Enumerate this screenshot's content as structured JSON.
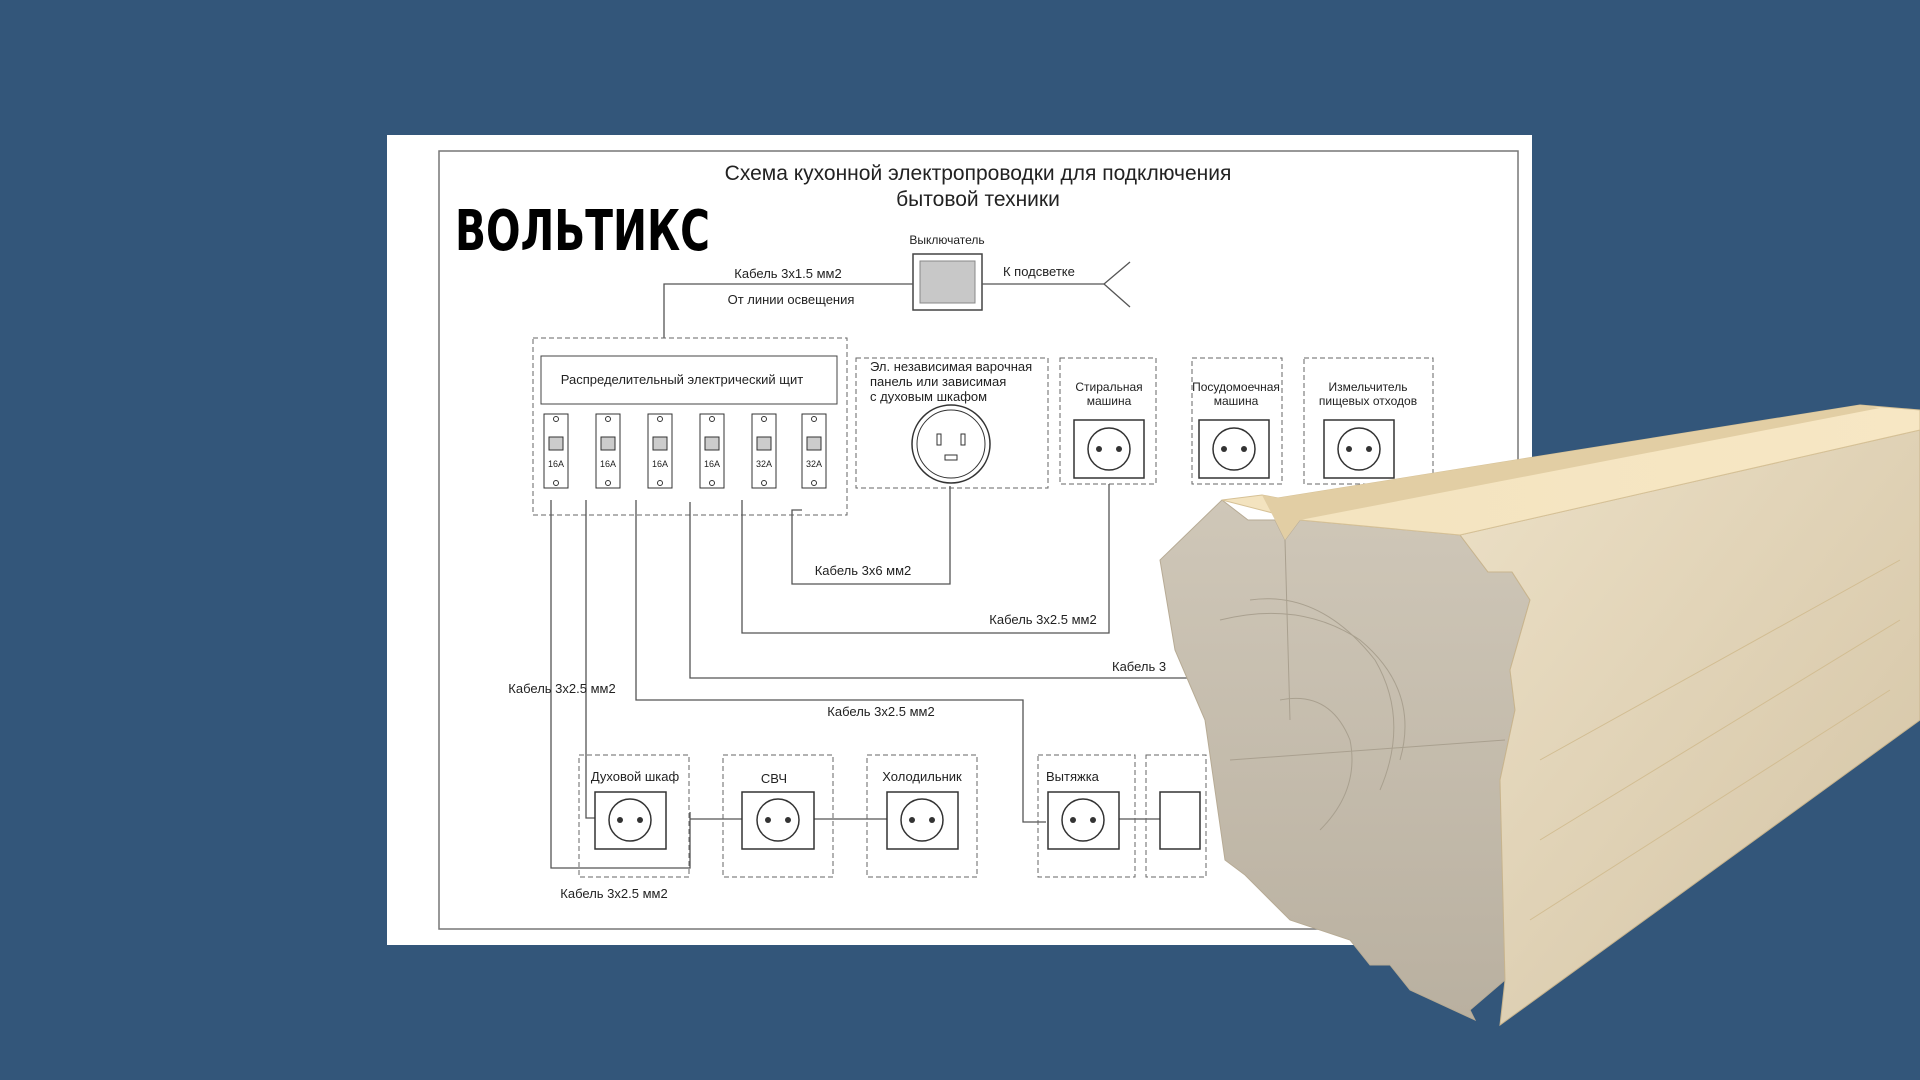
{
  "brand": "ВОЛЬТИКС",
  "title_line1": "Схема кухонной электропроводки для подключения",
  "title_line2": "бытовой техники",
  "switch_label": "Выключатель",
  "cable_top": "Кабель 3х1.5 мм2",
  "from_lighting": "От линии освещения",
  "to_lighting": "К подсветке",
  "panel_label": "Распределительный электрический щит",
  "breakers": [
    "16А",
    "16А",
    "16А",
    "16А",
    "32А",
    "32А"
  ],
  "hob": {
    "line1": "Эл. независимая варочная",
    "line2": "панель или зависимая",
    "line3": "с духовым шкафом"
  },
  "washer": {
    "line1": "Стиральная",
    "line2": "машина"
  },
  "dishwasher": {
    "line1": "Посудомоечная",
    "line2": "машина"
  },
  "disposer": {
    "line1": "Измельчитель",
    "line2": "пищевых отходов"
  },
  "cables": {
    "hob": "Кабель 3х6 мм2",
    "mid": "Кабель 3х2.5 мм2",
    "long_partial": "Кабель 3",
    "left": "Кабель 3х2.5 мм2",
    "lower": "Кабель 3х2.5 мм2",
    "bottom": "Кабель 3х2.5 мм2"
  },
  "appliances": {
    "oven": "Духовой шкаф",
    "microwave": "СВЧ",
    "fridge": "Холодильник",
    "hood": "Вытяжка"
  },
  "colors": {
    "background": "#33567a",
    "paper": "#ffffff",
    "line": "#555555",
    "timber": "#e8d3a6"
  }
}
